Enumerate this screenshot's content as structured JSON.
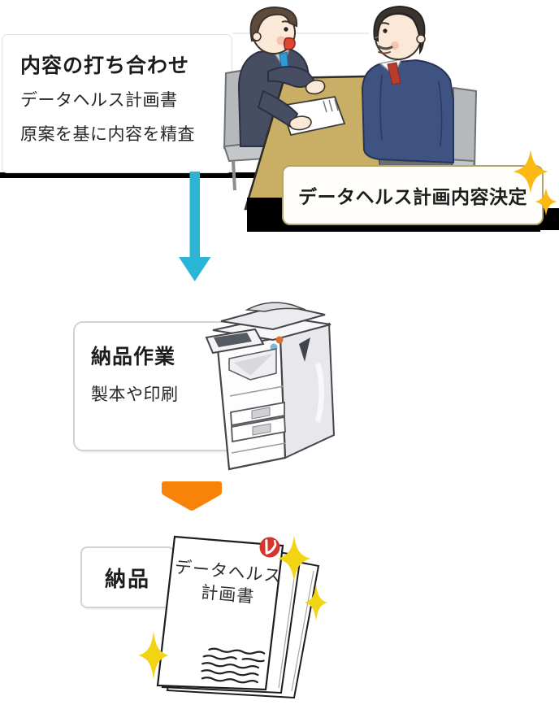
{
  "meeting_card": {
    "title": "内容の打ち合わせ",
    "line1": "データヘルス計画書",
    "line2": "原案を基に内容を精査"
  },
  "decision_badge": {
    "label": "データヘルス計画内容決定"
  },
  "work_card": {
    "title": "納品作業",
    "line1": "製本や印刷"
  },
  "delivery_card": {
    "title": "納品"
  },
  "document_cover": {
    "line1": "データヘルス",
    "line2": "計画書"
  },
  "icons": {
    "down_arrow": "cyan-down-arrow",
    "orange_arrow": "orange-down-chevron",
    "sparkle": "sparkle-star",
    "stamp": "red-seal-stamp",
    "copier": "multifunction-printer",
    "meeting": "two-people-meeting-at-table",
    "documents": "stacked-report-pages"
  },
  "colors": {
    "arrow_down": "#2ab5d6",
    "arrow_orange": "#f8830a",
    "sparkle_gold": "#fcb914",
    "sparkle_yellow": "#f3d414",
    "badge_border": "#b5a46a",
    "stamp_red": "#d6352c",
    "table_tan": "#c9af66",
    "shadow_black": "#000000",
    "suit_navy": "#474e63",
    "sweater_navy": "#3f5382"
  }
}
